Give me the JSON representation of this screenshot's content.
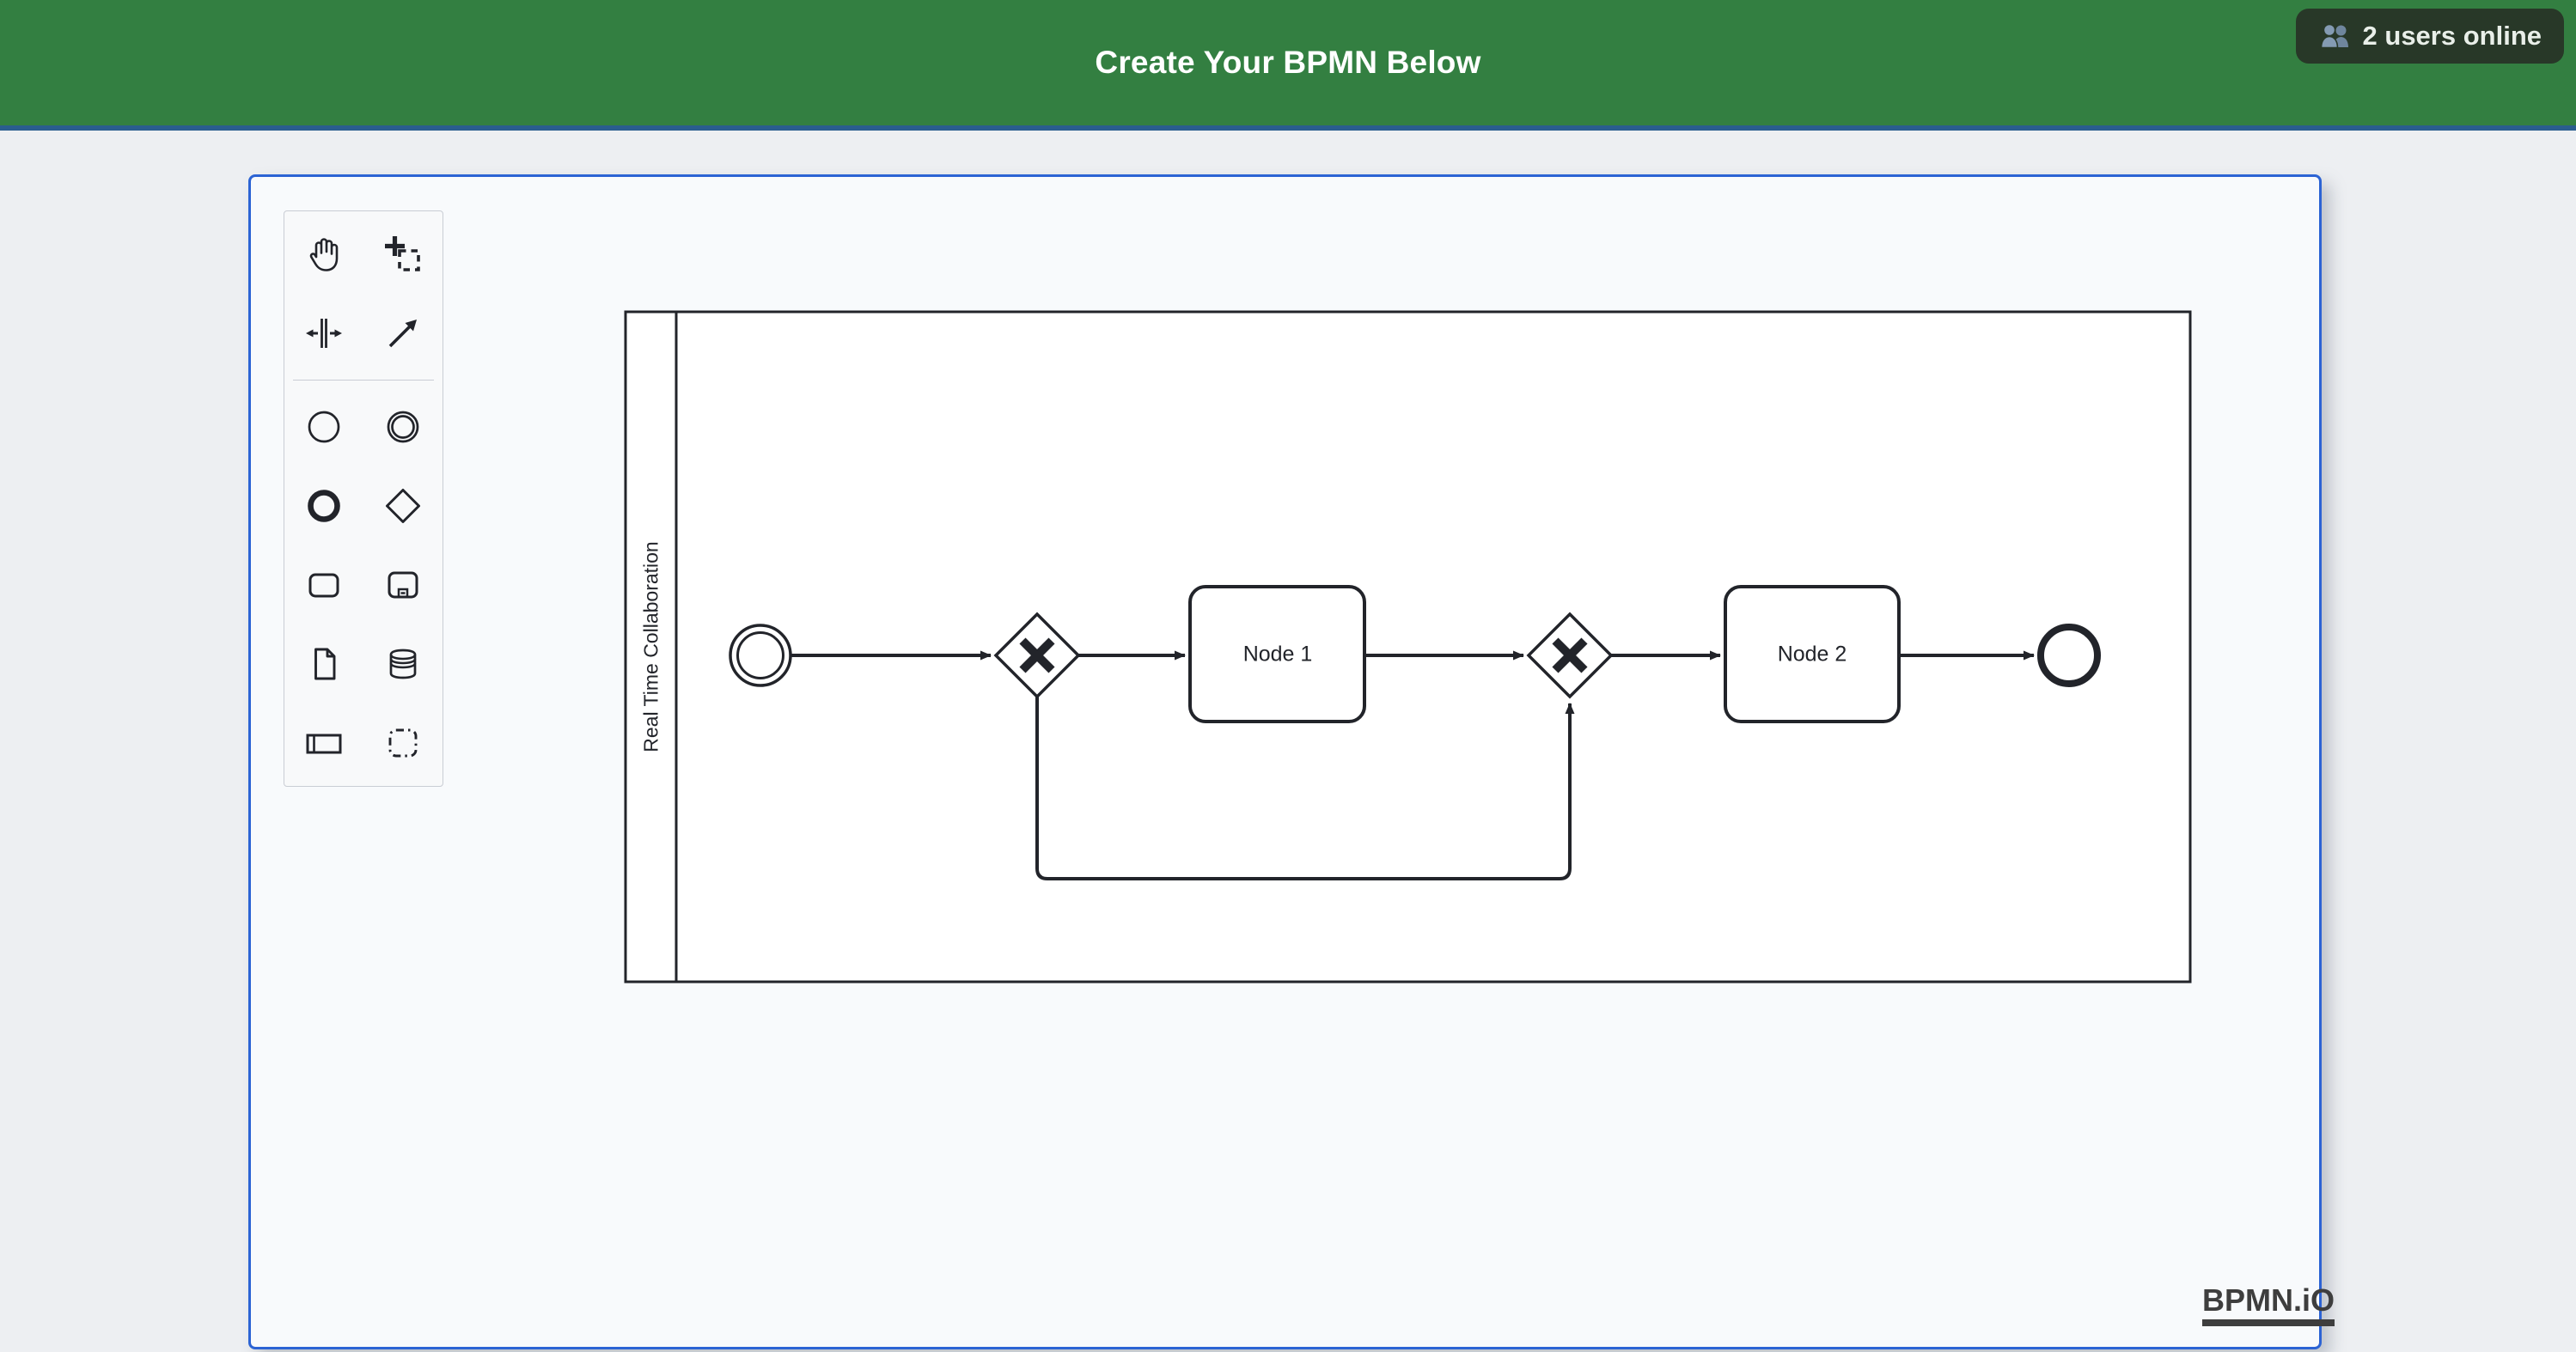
{
  "header": {
    "title": "Create Your BPMN Below",
    "users_online": "2 users online",
    "users_icon": "users-icon",
    "colors": {
      "background": "#337f41",
      "underline": "#2a5d8e",
      "badge_bg": "#283828",
      "badge_text": "#e9efe9"
    }
  },
  "palette": {
    "tools": [
      "hand-tool",
      "lasso-tool",
      "space-tool",
      "global-connect-tool",
      "create-start-event",
      "create-intermediate-event",
      "create-end-event",
      "create-exclusive-gateway",
      "create-task",
      "create-subprocess",
      "create-data-object",
      "create-data-store",
      "create-participant",
      "create-group"
    ]
  },
  "diagram": {
    "pool_label": "Real Time Collaboration",
    "elements": [
      {
        "type": "intermediate-throw-event",
        "label": ""
      },
      {
        "type": "exclusive-gateway",
        "marker": "X"
      },
      {
        "type": "task",
        "label": "Node 1"
      },
      {
        "type": "exclusive-gateway",
        "marker": "X"
      },
      {
        "type": "task",
        "label": "Node 2"
      },
      {
        "type": "end-event",
        "label": ""
      }
    ],
    "flows": [
      {
        "from": "intermediate-throw-event",
        "to": "gateway-1"
      },
      {
        "from": "gateway-1",
        "to": "Node 1"
      },
      {
        "from": "Node 1",
        "to": "gateway-2"
      },
      {
        "from": "gateway-2",
        "to": "Node 2"
      },
      {
        "from": "Node 2",
        "to": "end-event"
      },
      {
        "from": "gateway-1",
        "to": "gateway-2",
        "route": "bottom-loop"
      }
    ],
    "stroke_color": "#22242a"
  },
  "canvas": {
    "border_color": "#2b63d4",
    "background": "#f8fafc"
  },
  "watermark": "BPMN.iO"
}
